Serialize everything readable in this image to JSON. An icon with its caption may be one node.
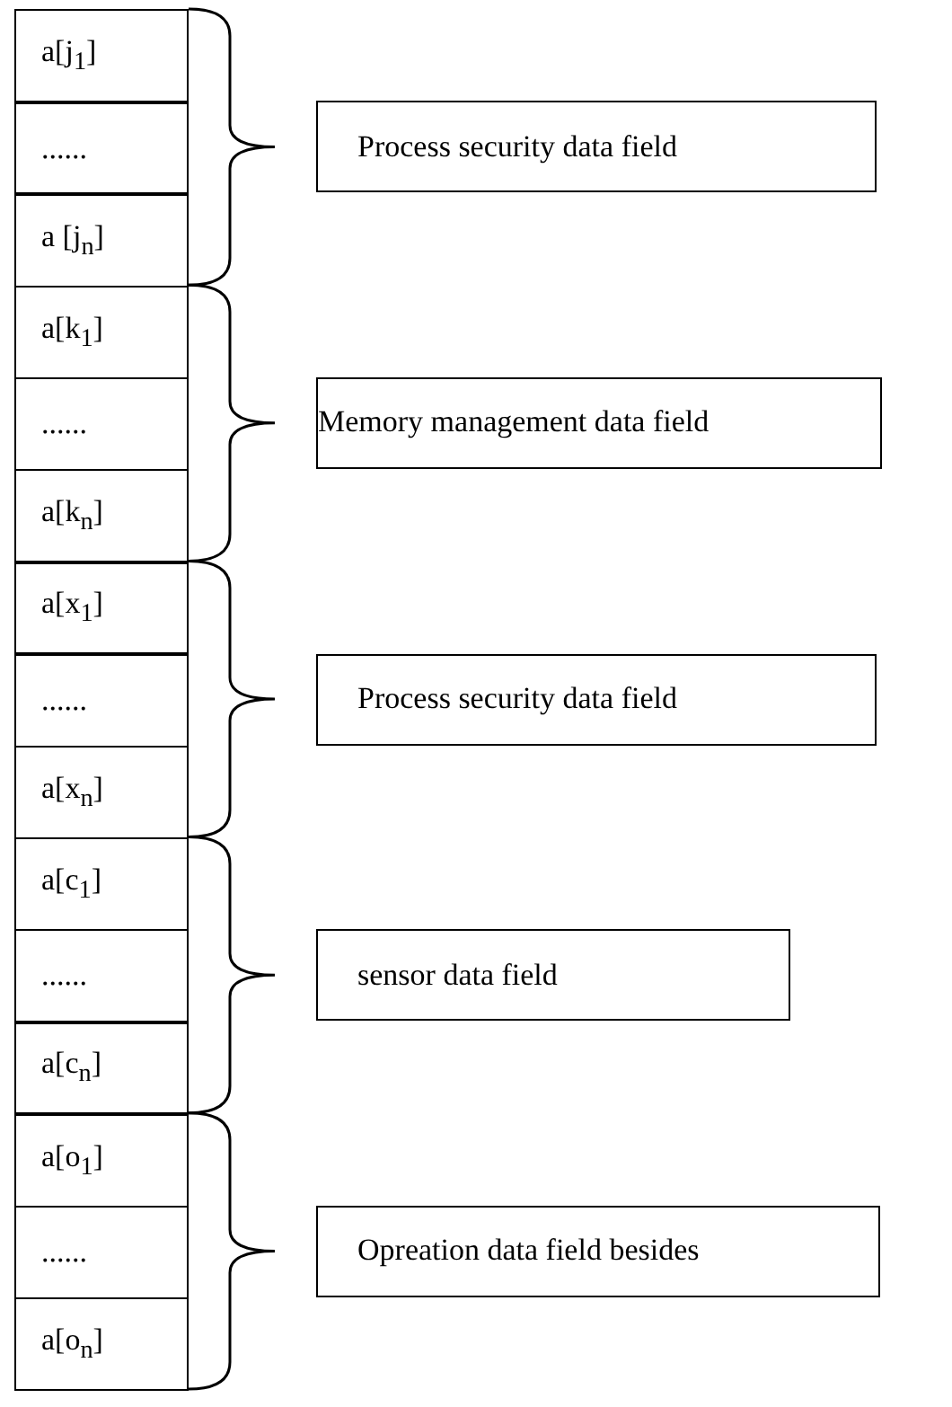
{
  "diagram": {
    "nodes": [
      {
        "text": [
          "a[j$_{1}$]"
        ]
      },
      {
        "text": [
          "......"
        ]
      },
      {
        "text": [
          "a [j$_{n}$]"
        ]
      },
      {
        "text": [
          "a[k$_{1}$]"
        ]
      },
      {
        "text": [
          "......"
        ]
      },
      {
        "text": [
          "a[k$_{n}$]"
        ]
      },
      {
        "text": [
          "a[x$_{1}$]"
        ]
      },
      {
        "text": [
          "......"
        ]
      },
      {
        "text": [
          "a[x$_{n}$]"
        ]
      },
      {
        "text": [
          "a[c$_{1}$]"
        ]
      },
      {
        "text": [
          "......"
        ]
      },
      {
        "text": [
          "a[c$_{n}$]"
        ]
      },
      {
        "text": [
          "a[o$_{1}$]"
        ]
      },
      {
        "text": [
          "......"
        ]
      },
      {
        "text": [
          "a[o$_{n}$]"
        ]
      },
      {
        "text": [
          "Process security data field"
        ]
      },
      {
        "text": [
          "Memory management data field"
        ]
      },
      {
        "text": [
          "Process security data field"
        ]
      },
      {
        "text": [
          "sensor data field"
        ]
      },
      {
        "text": [
          "Opreation data field besides"
        ]
      }
    ]
  }
}
